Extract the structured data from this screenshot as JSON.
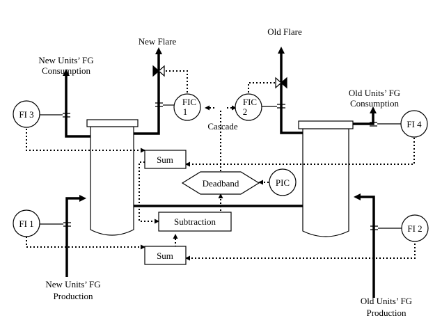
{
  "labels": {
    "new_flare": "New Flare",
    "old_flare": "Old Flare",
    "new_cons_1": "New Units’ FG",
    "new_cons_2": "Consumption",
    "old_cons_1": "Old Units’ FG",
    "old_cons_2": "Consumption",
    "new_prod_1": "New Units’ FG",
    "new_prod_2": "Production",
    "old_prod_1": "Old Units’ FG",
    "old_prod_2": "Production",
    "cascade": "Cascade"
  },
  "instruments": {
    "fi3": "FI 3",
    "fi4": "FI 4",
    "fi1": "FI 1",
    "fi2": "FI 2",
    "fic1_a": "FIC",
    "fic1_b": "1",
    "fic2_a": "FIC",
    "fic2_b": "2",
    "pic": "PIC"
  },
  "blocks": {
    "sum_top": "Sum",
    "sum_bottom": "Sum",
    "subtraction": "Subtraction",
    "deadband": "Deadband"
  }
}
